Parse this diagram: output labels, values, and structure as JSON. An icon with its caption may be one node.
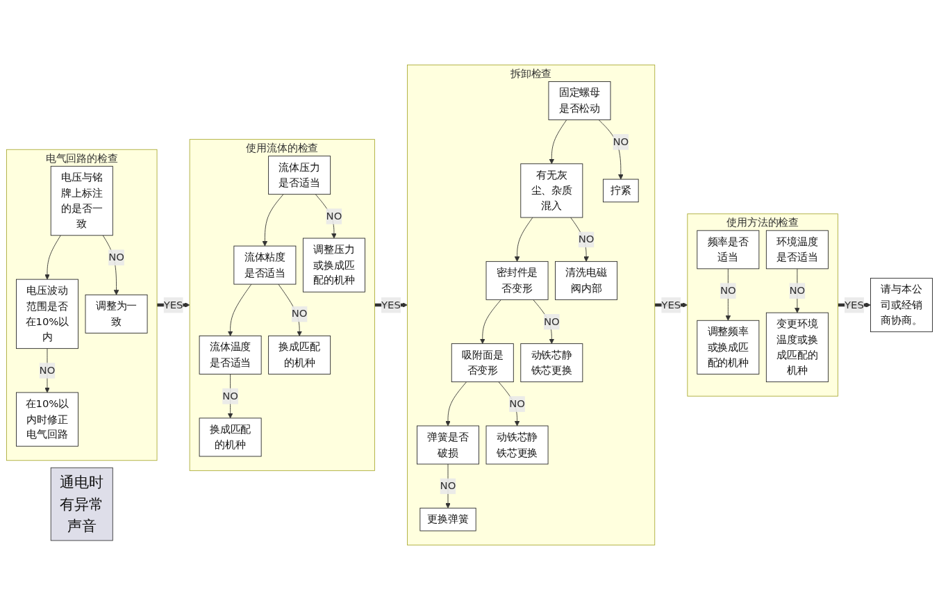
{
  "diagram": {
    "nodes": [
      {
        "text": [
          "通电时有异常声音"
        ]
      },
      {
        "text": [
          "电气回路的检查"
        ]
      },
      {
        "text": [
          "电压与铭牌上标注的是否一致"
        ],
        "in": 1
      },
      {
        "text": [
          "电压波动范围是否在10%以内"
        ],
        "in": 1
      },
      {
        "text": [
          "调整为一致"
        ],
        "in": 1
      },
      {
        "text": [
          "在10%以内时修正电气回路"
        ],
        "in": 1
      },
      {
        "text": [
          "使用流体的检查"
        ]
      },
      {
        "text": [
          "流体压力是否适当"
        ],
        "in": 6
      },
      {
        "text": [
          "流体粘度是否适当"
        ],
        "in": 6
      },
      {
        "text": [
          "流体温度是否适当"
        ],
        "in": 6
      },
      {
        "text": [
          "调整压力或换成匹配的机种"
        ],
        "in": 6
      },
      {
        "text": [
          "换成匹配的机种"
        ],
        "in": 6
      },
      {
        "text": [
          "换成匹配的机种"
        ],
        "in": 6
      },
      {
        "text": [
          "拆卸检查"
        ]
      },
      {
        "text": [
          "固定螺母是否松动"
        ],
        "in": 13
      },
      {
        "text": [
          "有无灰尘、杂质混入"
        ],
        "in": 13
      },
      {
        "text": [
          "密封件是否变形"
        ],
        "in": 13
      },
      {
        "text": [
          "吸附面是否变形"
        ],
        "in": 13
      },
      {
        "text": [
          "弹簧是否破损"
        ],
        "in": 13
      },
      {
        "text": [
          "拧紧"
        ],
        "in": 13
      },
      {
        "text": [
          "清洗电磁阀内部"
        ],
        "in": 13
      },
      {
        "text": [
          "动铁芯静铁芯更换"
        ],
        "in": 13
      },
      {
        "text": [
          "动铁芯静铁芯更换"
        ],
        "in": 13
      },
      {
        "text": [
          "更换弹簧"
        ],
        "in": 13
      },
      {
        "text": [
          "使用方法的检查"
        ]
      },
      {
        "text": [
          "频率是否适当"
        ],
        "in": 24
      },
      {
        "text": [
          "环境温度是否适当"
        ],
        "in": 24
      },
      {
        "text": [
          "调整频率或换成匹配的机种"
        ],
        "in": 24
      },
      {
        "text": [
          "变更环境温度或换成匹配的机种"
        ],
        "in": 24
      },
      {
        "text": [
          "请与本公司或经销商协商。"
        ]
      }
    ],
    "edges": [
      {
        "from": 2,
        "to": 3,
        "arrow": "to"
      },
      {
        "from": 2,
        "to": 4,
        "arrow": "to",
        "label": "NO"
      },
      {
        "from": 3,
        "to": 5,
        "arrow": "to",
        "label": "NO"
      },
      {
        "from": 1,
        "to": 6,
        "arrow": "to",
        "label": "YES",
        "style": "thick"
      },
      {
        "from": 7,
        "to": 8,
        "arrow": "to"
      },
      {
        "from": 8,
        "to": 9,
        "arrow": "to"
      },
      {
        "from": 7,
        "to": 10,
        "arrow": "to",
        "label": "NO"
      },
      {
        "from": 8,
        "to": 11,
        "arrow": "to",
        "label": "NO"
      },
      {
        "from": 9,
        "to": 12,
        "arrow": "to",
        "label": "NO"
      },
      {
        "from": 6,
        "to": 13,
        "arrow": "to",
        "label": "YES",
        "style": "thick"
      },
      {
        "from": 14,
        "to": 15,
        "arrow": "to"
      },
      {
        "from": 15,
        "to": 16,
        "arrow": "to"
      },
      {
        "from": 16,
        "to": 17,
        "arrow": "to"
      },
      {
        "from": 17,
        "to": 18,
        "arrow": "to"
      },
      {
        "from": 14,
        "to": 19,
        "arrow": "to",
        "label": "NO"
      },
      {
        "from": 15,
        "to": 20,
        "arrow": "to",
        "label": "NO"
      },
      {
        "from": 16,
        "to": 21,
        "arrow": "to",
        "label": "NO"
      },
      {
        "from": 17,
        "to": 22,
        "arrow": "to",
        "label": "NO"
      },
      {
        "from": 18,
        "to": 23,
        "arrow": "to",
        "label": "NO"
      },
      {
        "from": 13,
        "to": 24,
        "arrow": "to",
        "label": "YES",
        "style": "thick"
      },
      {
        "from": 25,
        "to": 27,
        "arrow": "to",
        "label": "NO"
      },
      {
        "from": 26,
        "to": 28,
        "arrow": "to",
        "label": "NO"
      },
      {
        "from": 24,
        "to": 29,
        "arrow": "to",
        "label": "YES",
        "style": "thick"
      }
    ]
  }
}
